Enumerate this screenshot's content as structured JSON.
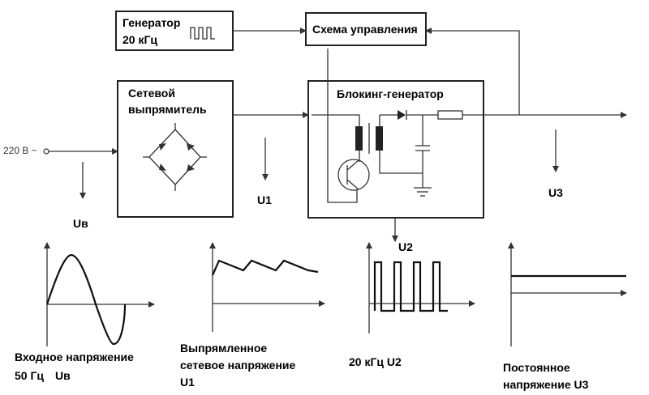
{
  "blocks": {
    "generator": {
      "line1": "Генератор",
      "line2": "20 кГц"
    },
    "control": {
      "label": "Схема управления"
    },
    "rectifier": {
      "line1": "Сетевой",
      "line2": "выпрямитель"
    },
    "blocking": {
      "label": "Блокинг-генератор"
    }
  },
  "input_label": "220 В ~",
  "signals": {
    "ub": "Uв",
    "u1": "U1",
    "u2": "U2",
    "u3": "U3"
  },
  "captions": {
    "input": {
      "line1": "Входное напряжение",
      "line2_a": "50 Гц",
      "line2_b": "Uв"
    },
    "rectified": {
      "line1": "Выпрямленное",
      "line2": "сетевое напряжение",
      "line3": "U1"
    },
    "pulses": {
      "line1": "20 кГц U2"
    },
    "dc": {
      "line1": "Постоянное",
      "line2": "напряжение U3"
    }
  }
}
